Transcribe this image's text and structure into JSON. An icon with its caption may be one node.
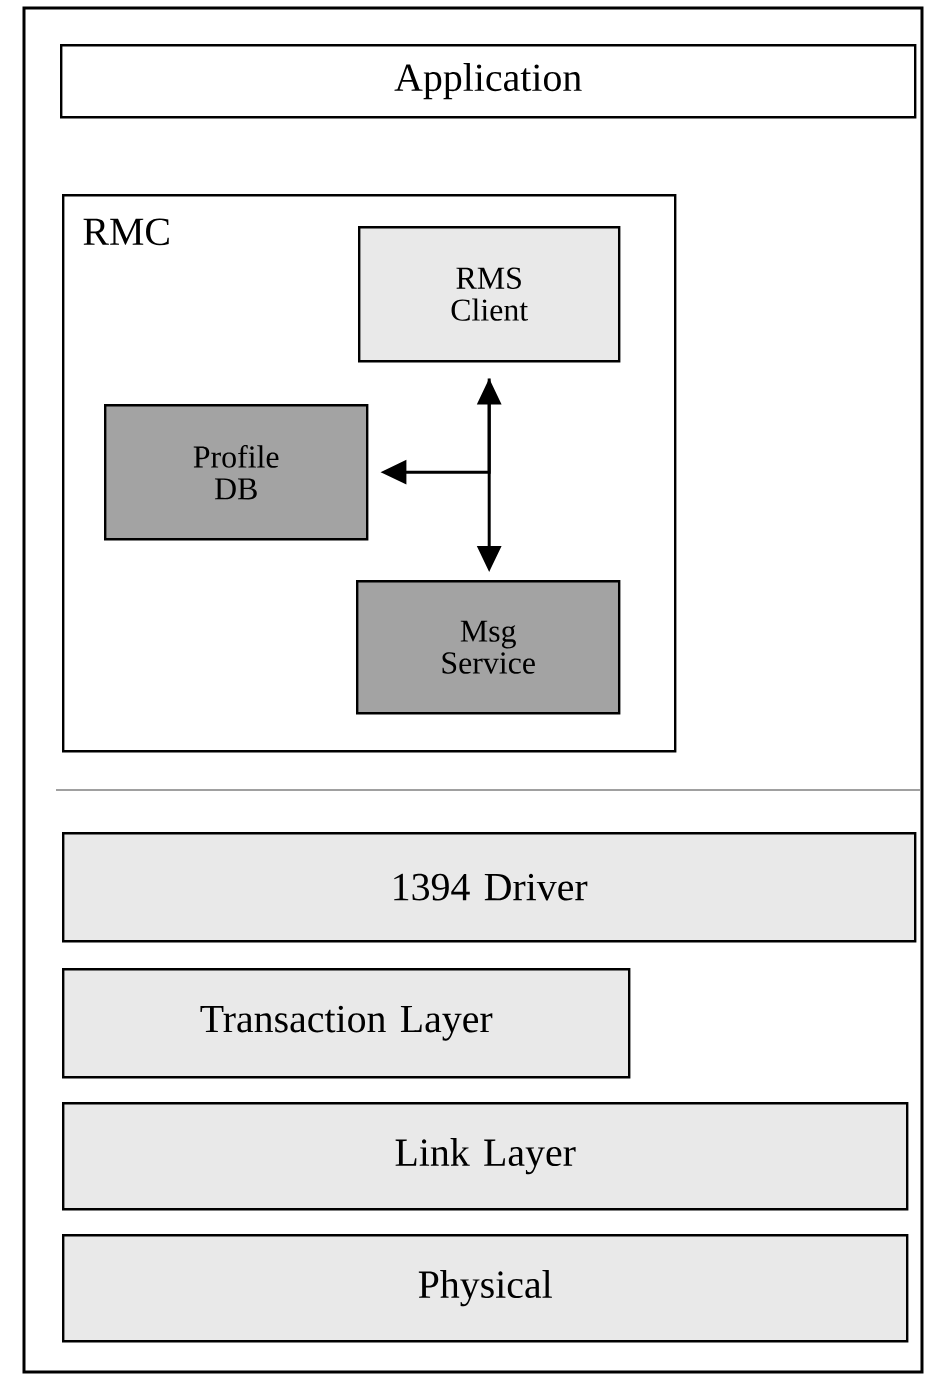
{
  "diagram": {
    "nodes": [
      {
        "text": [
          "Application"
        ]
      },
      {
        "text": [
          "RMC"
        ]
      },
      {
        "text": [
          "RMS Client"
        ],
        "in": 1
      },
      {
        "text": [
          "Profile DB"
        ],
        "in": 1
      },
      {
        "text": [
          "Msg Service"
        ],
        "in": 1
      },
      {
        "text": [
          "1394 Driver"
        ]
      },
      {
        "text": [
          "Transaction Layer"
        ]
      },
      {
        "text": [
          "Link Layer"
        ]
      },
      {
        "text": [
          "Physical"
        ]
      }
    ],
    "edges": [
      {
        "from": 2,
        "to": 4,
        "arrow": "both"
      },
      {
        "from": 2,
        "to": 3,
        "arrow": "to"
      }
    ]
  }
}
